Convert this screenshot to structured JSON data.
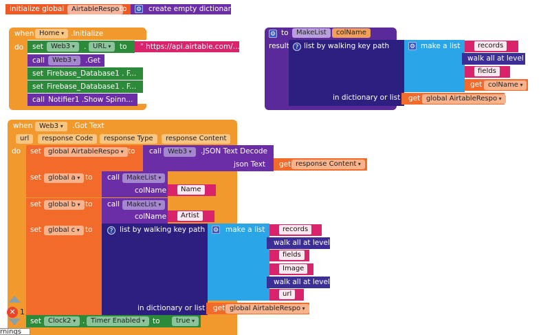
{
  "init_global": {
    "label": "initialize global",
    "name": "AirtableRespo",
    "to": "to",
    "value": "create empty dictionary"
  },
  "home_init": {
    "when": "when",
    "component": "Home",
    ".event": ".Initialize",
    "do": "do",
    "rows": [
      {
        "kw": "set",
        "comp": "Web3",
        "prop": "URL",
        "to": "to",
        "value": "\" https://api.airtable.com/...\""
      },
      {
        "kw": "call",
        "comp": "Web3",
        "method": ".Get"
      },
      {
        "kw": "set",
        "text": "Firebase_Database1 . F..."
      },
      {
        "kw": "set",
        "text": "Firebase_Database1 . F..."
      },
      {
        "kw": "call",
        "text": "Notifier1 .Show Spinn..."
      }
    ]
  },
  "makelist_proc": {
    "to": "to",
    "name": "MakeList",
    "param": "colName",
    "result": "result",
    "walk": "list by walking key path",
    "make_list": "make a list",
    "items": [
      "records",
      "walk all at level",
      "fields",
      "get"
    ],
    "get_param": "colName",
    "in_dict": "in dictionary or list",
    "get": "get",
    "global": "global AirtableRespo"
  },
  "gottext": {
    "when": "when",
    "component": "Web3",
    ".event": ".Got Text",
    "params": [
      "url",
      "response Code",
      "response Type",
      "response Content"
    ],
    "do": "do",
    "set1": {
      "set": "set",
      "var": "global AirtableRespo",
      "to": "to",
      "call": "call",
      "comp": "Web3",
      "method": ".JSON Text Decode",
      "json_label": "json Text",
      "get": "get",
      "get_var": "response Content"
    },
    "set_a": {
      "set": "set",
      "var": "global a",
      "to": "to",
      "call": "call",
      "proc": "MakeList",
      "col": "colName",
      "value": "Name"
    },
    "set_b": {
      "set": "set",
      "var": "global b",
      "to": "to",
      "call": "call",
      "proc": "MakeList",
      "col": "colName",
      "value": "Artist"
    },
    "set_c": {
      "set": "set",
      "var": "global c",
      "to": "to",
      "walk": "list by walking key path",
      "make_list": "make a list",
      "items": [
        "records",
        "walk all at level",
        "fields",
        "Image",
        "walk all at level",
        "url"
      ],
      "in_dict": "in dictionary or list",
      "get": "get",
      "get_var": "global AirtableRespo"
    },
    "set_clock": {
      "set": "set",
      "comp": "Clock2",
      "prop": "Timer Enabled",
      "to": "to",
      "value": "true"
    }
  },
  "warnings": {
    "count": "1",
    "label": "rnings"
  }
}
